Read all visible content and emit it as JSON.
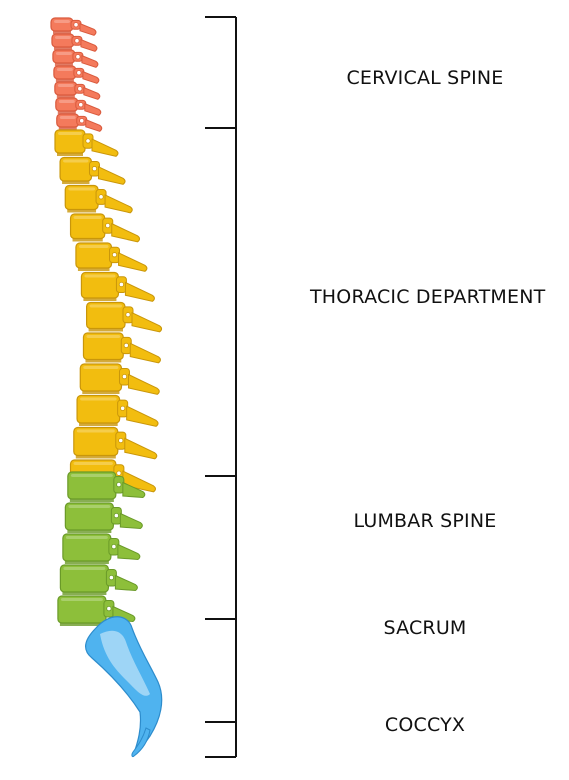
{
  "regions": [
    {
      "key": "cervical",
      "label": "CERVICAL SPINE",
      "color": "#f47a5c",
      "dark": "#d95a3d"
    },
    {
      "key": "thoracic",
      "label": "THORACIC DEPARTMENT",
      "color": "#f2bd0f",
      "dark": "#c9960a"
    },
    {
      "key": "lumbar",
      "label": "LUMBAR SPINE",
      "color": "#8dbf3a",
      "dark": "#6a9a28"
    },
    {
      "key": "sacrum",
      "label": "SACRUM",
      "color": "#4fb3ef",
      "dark": "#2d8ccc"
    },
    {
      "key": "coccyx",
      "label": "COCCYX",
      "color": "#4fb3ef",
      "dark": "#2d8ccc"
    }
  ],
  "bracket_color": "#111111"
}
